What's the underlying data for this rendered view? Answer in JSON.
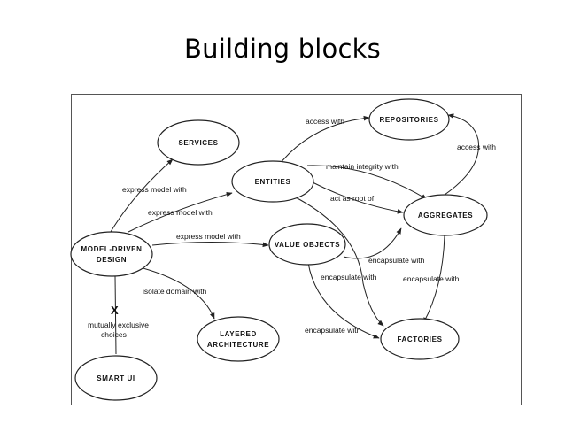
{
  "title": "Building blocks",
  "nodes": {
    "services": "SERVICES",
    "repositories": "REPOSITORIES",
    "entities": "ENTITIES",
    "aggregates": "AGGREGATES",
    "model_driven_line1": "MODEL-DRIVEN",
    "model_driven_line2": "DESIGN",
    "value_objects": "VALUE OBJECTS",
    "layered_line1": "LAYERED",
    "layered_line2": "ARCHITECTURE",
    "factories": "FACTORIES",
    "smart_ui": "SMART UI"
  },
  "edges": {
    "mdd_services": "express model with",
    "mdd_entities": "express model with",
    "mdd_value_objects": "express model with",
    "mdd_layered": "isolate domain with",
    "entities_repositories": "access with",
    "aggregates_repositories": "access with",
    "entities_aggregates_integrity": "maintain integrity with",
    "entities_aggregates_root": "act as root of",
    "value_objects_aggregates": "encapsulate with",
    "value_objects_factories": "encapsulate with",
    "aggregates_factories": "encapsulate with",
    "entities_factories": "encapsulate with",
    "exclusive_mark": "X",
    "exclusive_line1": "mutually exclusive",
    "exclusive_line2": "choices"
  }
}
